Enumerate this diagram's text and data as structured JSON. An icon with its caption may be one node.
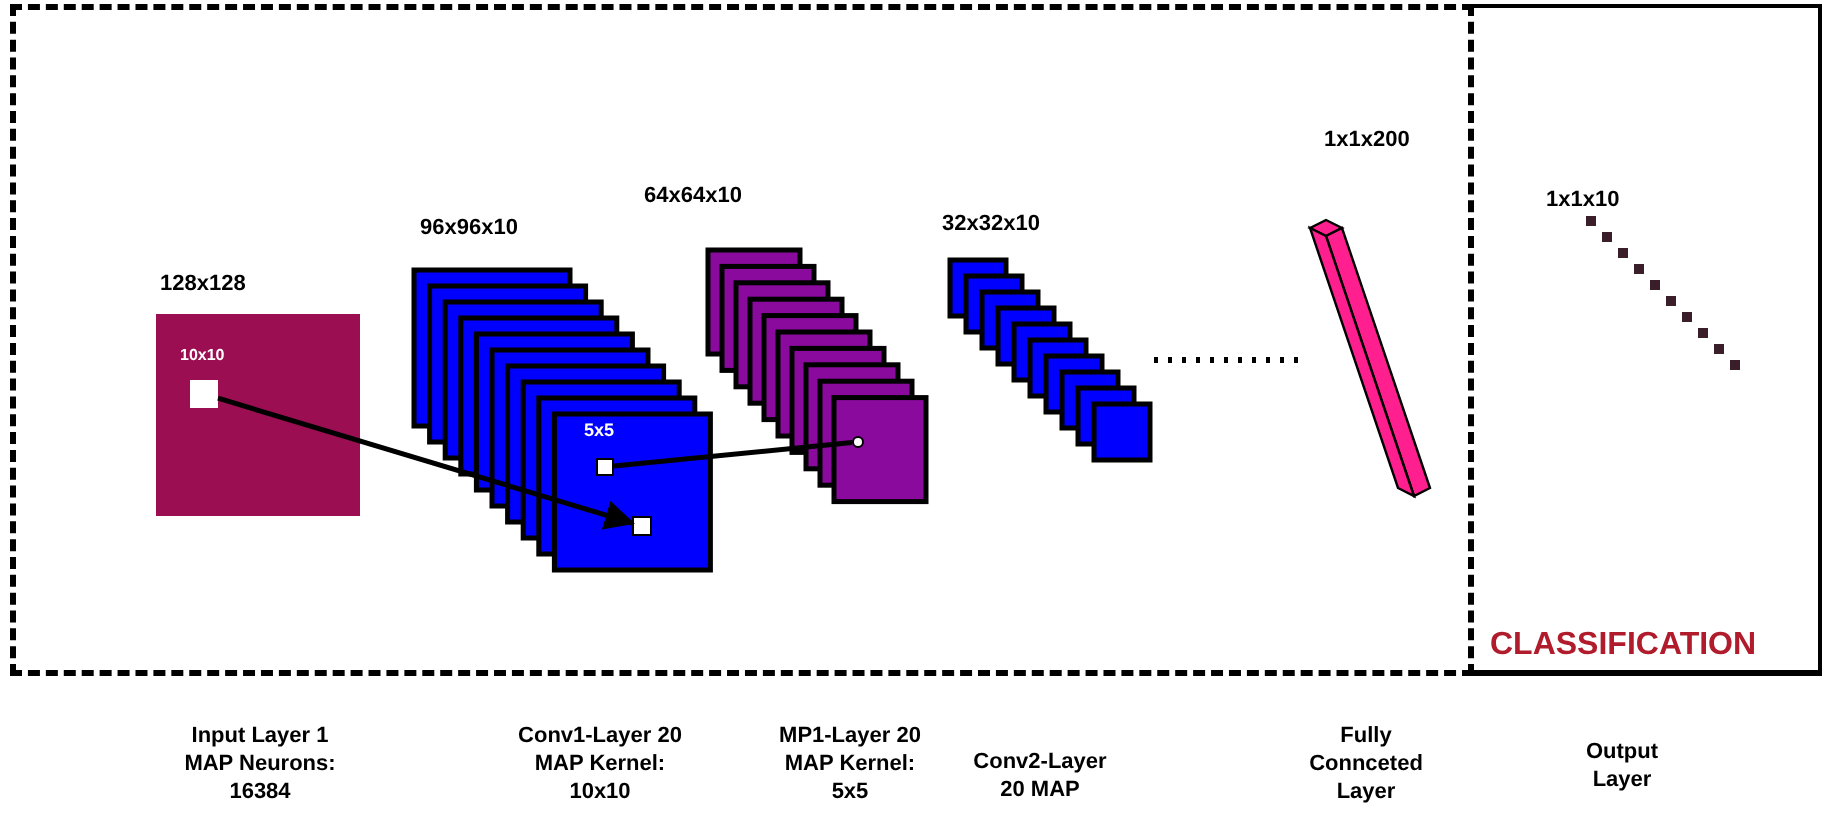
{
  "diagram": {
    "nodes": [
      {
        "text": [
          "128x128"
        ]
      },
      {
        "text": [
          "10x10"
        ],
        "in": 0
      },
      {
        "text": [
          "96x96x10"
        ]
      },
      {
        "text": [],
        "shape": "box",
        "in": 2
      },
      {
        "text": [
          "5x5"
        ],
        "in": 2
      },
      {
        "text": [
          "64x64x10"
        ]
      },
      {
        "text": [],
        "shape": "circle",
        "in": 5
      },
      {
        "text": [
          "32x32x10"
        ]
      },
      {
        "text": [
          "1x1x200"
        ]
      },
      {
        "text": [
          "CLASSIFICATION"
        ]
      },
      {
        "text": [
          "1x1x10"
        ],
        "in": 9
      }
    ],
    "edges": [
      {
        "from": 1,
        "to": 3,
        "arrow": "to"
      },
      {
        "from": 4,
        "to": 6,
        "arrow": "none"
      },
      {
        "from": 7,
        "to": 8,
        "arrow": "none",
        "style": "dashed"
      }
    ],
    "labels": [
      "Input Layer 1 MAP Neurons: 16384",
      "Conv1-Layer 20 MAP Kernel: 10x10",
      "MP1-Layer 20 MAP Kernel: 5x5",
      "Conv2-Layer 20 MAP",
      "Fully Connceted Layer",
      "Output Layer"
    ]
  }
}
